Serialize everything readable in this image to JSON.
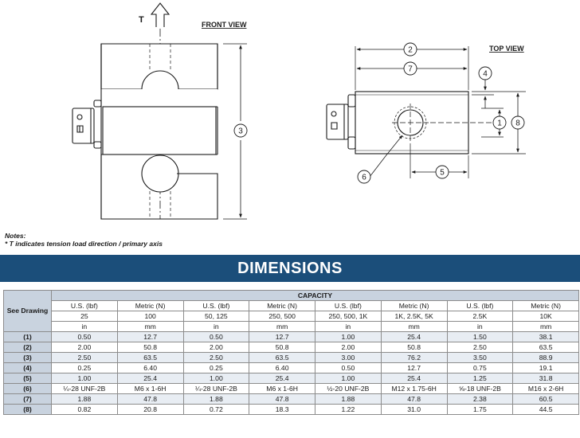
{
  "drawing": {
    "tension_symbol": "T",
    "front_view_label": "FRONT VIEW",
    "top_view_label": "TOP VIEW",
    "callouts": [
      "1",
      "2",
      "3",
      "4",
      "5",
      "6",
      "7",
      "8"
    ]
  },
  "notes": {
    "heading": "Notes:",
    "line1": "* T indicates tension load direction / primary axis"
  },
  "banner": {
    "title": "DIMENSIONS"
  },
  "table": {
    "see_drawing_label": "See Drawing",
    "capacity_label": "CAPACITY",
    "unit_headers": [
      "U.S. (lbf)",
      "Metric (N)",
      "U.S. (lbf)",
      "Metric (N)",
      "U.S. (lbf)",
      "Metric (N)",
      "U.S. (lbf)",
      "Metric (N)"
    ],
    "capacities": [
      "25",
      "100",
      "50, 125",
      "250, 500",
      "250, 500, 1K",
      "1K, 2.5K, 5K",
      "2.5K",
      "10K"
    ],
    "length_units": [
      "in",
      "mm",
      "in",
      "mm",
      "in",
      "mm",
      "in",
      "mm"
    ],
    "rows": [
      {
        "label": "(1)",
        "values": [
          "0.50",
          "12.7",
          "0.50",
          "12.7",
          "1.00",
          "25.4",
          "1.50",
          "38.1"
        ]
      },
      {
        "label": "(2)",
        "values": [
          "2.00",
          "50.8",
          "2.00",
          "50.8",
          "2.00",
          "50.8",
          "2.50",
          "63.5"
        ]
      },
      {
        "label": "(3)",
        "values": [
          "2.50",
          "63.5",
          "2.50",
          "63.5",
          "3.00",
          "76.2",
          "3.50",
          "88.9"
        ]
      },
      {
        "label": "(4)",
        "values": [
          "0.25",
          "6.40",
          "0.25",
          "6.40",
          "0.50",
          "12.7",
          "0.75",
          "19.1"
        ]
      },
      {
        "label": "(5)",
        "values": [
          "1.00",
          "25.4",
          "1.00",
          "25.4",
          "1.00",
          "25.4",
          "1.25",
          "31.8"
        ]
      },
      {
        "label": "(6)",
        "values": [
          "¼-28 UNF-2B",
          "M6 x 1-6H",
          "¼-28 UNF-2B",
          "M6 x 1-6H",
          "½-20 UNF-2B",
          "M12 x 1.75-6H",
          "⅝-18 UNF-2B",
          "M16 x 2-6H"
        ]
      },
      {
        "label": "(7)",
        "values": [
          "1.88",
          "47.8",
          "1.88",
          "47.8",
          "1.88",
          "47.8",
          "2.38",
          "60.5"
        ]
      },
      {
        "label": "(8)",
        "values": [
          "0.82",
          "20.8",
          "0.72",
          "18.3",
          "1.22",
          "31.0",
          "1.75",
          "44.5"
        ]
      }
    ]
  }
}
